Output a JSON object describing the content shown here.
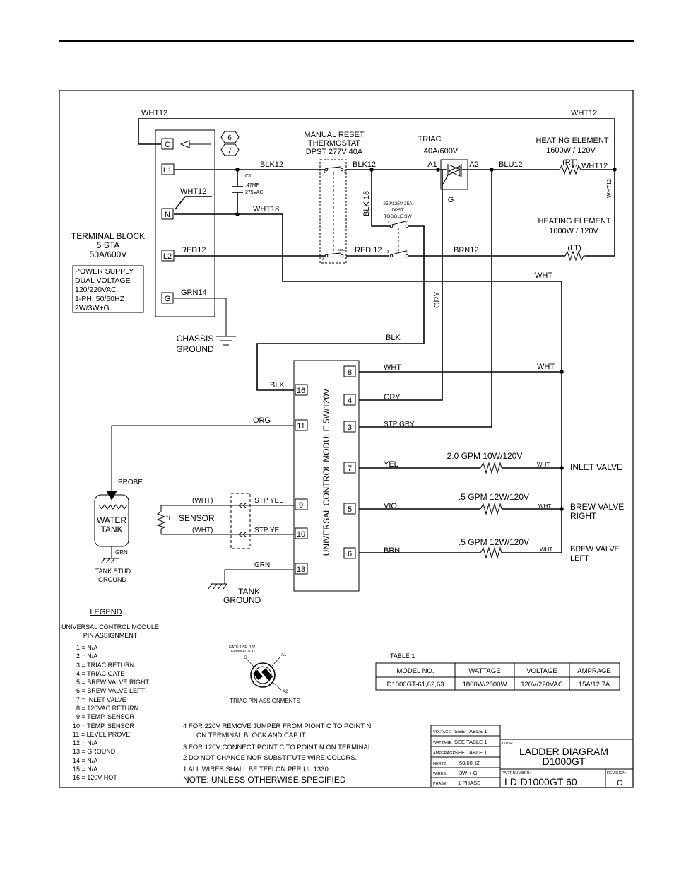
{
  "wires": {
    "wht12_top_left": "WHT12",
    "wht12_top_right": "WHT12",
    "blk12_l1": "BLK12",
    "blk12_thermo_out": "BLK12",
    "blu12": "BLU12",
    "wht12_rt": "WHT12",
    "wht12_vertical": "WHT12",
    "wht12_n": "WHT12",
    "wht18": "WHT18",
    "blk18": "BLK 18",
    "red12_l2": "RED12",
    "red12_thermo": "RED 12",
    "brn12": "BRN12",
    "grn14": "GRN14",
    "wht_return": "WHT",
    "gry": "GRY",
    "blk_toggle": "BLK",
    "blk_16": "BLK",
    "wht_8": "WHT",
    "wht_8_right": "WHT",
    "gry_4": "GRY",
    "stp_gry_3": "STP GRY",
    "org_11": "ORG",
    "yel_7": "YEL",
    "vio_5": "VIO",
    "brn_6": "BRN",
    "wht_inlet": "WHT",
    "wht_brew_right": "WHT",
    "wht_brew_left": "WHT",
    "sensor_wht_1": "(WHT)",
    "sensor_wht_2": "(WHT)",
    "stp_yel_9": "STP YEL",
    "stp_yel_10": "STP YEL",
    "grn_13": "GRN",
    "grn_tank": "GRN"
  },
  "terminal_block": {
    "terminals": [
      "C",
      "L1",
      "N",
      "L2",
      "G"
    ],
    "title_lines": [
      "TERMINAL BLOCK",
      "5 STA",
      "50A/600V"
    ],
    "hex_labels": [
      "6",
      "7"
    ]
  },
  "capacitor": {
    "name": "C1",
    "value": ".47MF",
    "voltage": "275VAC"
  },
  "power_supply": [
    "POWER SUPPLY",
    "DUAL VOLTAGE",
    "120/220VAC",
    "1-PH, 50/60HZ",
    "2W/3W+G"
  ],
  "chassis_ground": [
    "CHASSIS",
    "GROUND"
  ],
  "thermostat": {
    "lines": [
      "MANUAL RESET",
      "THERMOSTAT",
      "DPST 277V 40A"
    ],
    "pins": [
      "1",
      "2",
      "3",
      "4"
    ],
    "mark": "220V"
  },
  "toggle": {
    "lines": [
      "250/125V-25A",
      "DPST",
      "TOGGLE SW"
    ],
    "pins": [
      "1",
      "2",
      "3",
      "4"
    ]
  },
  "triac": {
    "lines": [
      "TRIAC",
      "40A/600V"
    ],
    "a1": "A1",
    "a2": "A2",
    "gate": "G"
  },
  "heating_element_rt": {
    "lines": [
      "HEATING ELEMENT",
      "1600W / 120V"
    ],
    "tag": "(RT)"
  },
  "heating_element_lt": {
    "lines": [
      "HEATING ELEMENT",
      "1600W / 120V"
    ],
    "tag": "(LT)"
  },
  "module": {
    "label": "UNIVERSAL CONTROL MODULE 5W/120V",
    "pins_right": [
      "8",
      "4",
      "3",
      "7",
      "5",
      "6"
    ],
    "pins_left": [
      "16",
      "11",
      "9",
      "10",
      "13"
    ]
  },
  "loads": {
    "inlet": {
      "rating": "2.0 GPM 10W/120V",
      "name": [
        "INLET VALVE"
      ]
    },
    "brew_right": {
      "rating": ".5 GPM 12W/120V",
      "name": [
        "BREW VALVE",
        "RIGHT"
      ]
    },
    "brew_left": {
      "rating": ".5 GPM 12W/120V",
      "name": [
        "BREW VALVE",
        "LEFT"
      ]
    }
  },
  "probe": "PROBE",
  "water_tank": [
    "WATER",
    "TANK"
  ],
  "sensor": {
    "symbol": "°t",
    "label": "SENSOR"
  },
  "tank_stud_ground": [
    "TANK STUD",
    "GROUND"
  ],
  "tank_ground": [
    "TANK",
    "GROUND"
  ],
  "legend": {
    "title": "LEGEND",
    "subtitle": [
      "UNIVERSAL CONTROL MODULE",
      "PIN ASSIGNMENT"
    ],
    "items": [
      "1  =  N/A",
      "2  =  N/A",
      "3  =  TRIAC  RETURN",
      "4  =  TRIAC  GATE",
      "5  =  BREW  VALVE  RIGHT",
      "6  =  BREW  VALVE  LEFT",
      "7  =  INLET  VALVE",
      "8  =  120VAC  RETURN",
      "9  =  TEMP.  SENSOR",
      "10  =  TEMP.  SENSOR",
      "11  =  LEVEL  PROVE",
      "12  =  N/A",
      "13  =  GROUND",
      "14  =  N/A",
      "15  =  N/A",
      "16  =  120V  HOT"
    ]
  },
  "triac_pin": {
    "gate_note": [
      "GATE: USE .187",
      "TERMINAL LUG"
    ],
    "g": "G",
    "a1": "A1",
    "a2": "A2",
    "caption": "TRIAC PIN ASSIGNMENTS"
  },
  "table1": {
    "title": "TABLE 1",
    "headers": [
      "MODEL NO.",
      "WATTAGE",
      "VOLTAGE",
      "AMPRAGE"
    ],
    "row": [
      "D1000GT-61,62,63",
      "1800W/2800W",
      "120V/220VAC",
      "15A/12.7A"
    ]
  },
  "notes": {
    "n4": [
      "4   FOR 220V REMOVE JUMPER FROM PIONT C TO POINT N",
      "ON TERMINAL BLOCK AND CAP IT"
    ],
    "n3": "3   FOR 120V CONNECT POINT C TO POINT N ON TERMINAL",
    "n2": "2   DO NOT CHANGE NOR SUBSTITUTE WIRE COLORS.",
    "n1": "1   ALL WIRES SHALL BE TEFLON PER UL 1330.",
    "footer": "NOTE:    UNLESS OTHERWISE SPECIFIED"
  },
  "title_block": {
    "specs": [
      {
        "key": "VOLTAGE:",
        "value": "SEE TABLE 1"
      },
      {
        "key": "WATTAGE:",
        "value": "SEE TABLE 1"
      },
      {
        "key": "AMPERAGE:",
        "value": "SEE TABLE 1"
      },
      {
        "key": "HERTZ:",
        "value": "50/60HZ"
      },
      {
        "key": "WIRES:",
        "value": "3W + G"
      },
      {
        "key": "PHASE:",
        "value": "1-PHASE"
      }
    ],
    "title_key": "TITLE:",
    "title_lines": [
      "LADDER DIAGRAM",
      "D1000GT"
    ],
    "part_key": "PART NUMBER:",
    "part_number": "LD-D1000GT-60",
    "revision_key": "REVISION:",
    "revision": "C"
  }
}
